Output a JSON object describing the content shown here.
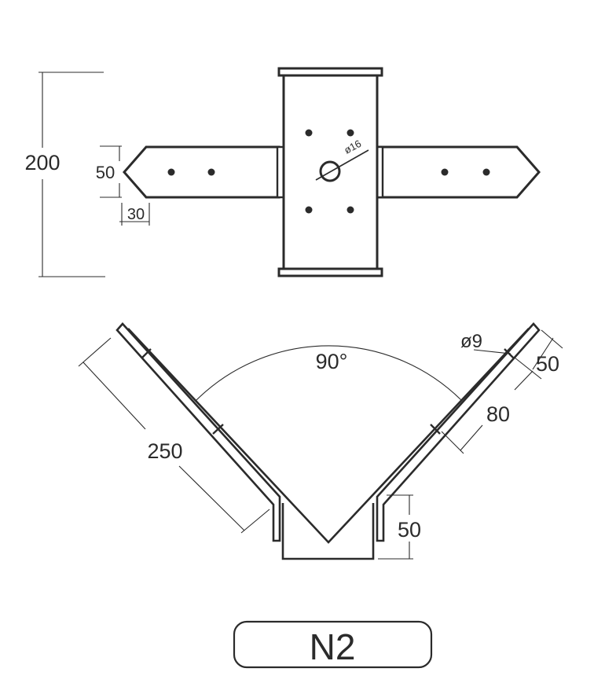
{
  "top_view": {
    "height_dimension": "200",
    "arm_width_dimension": "50",
    "tip_length_dimension": "30",
    "center_hole_diameter": "ø16"
  },
  "v_view": {
    "angle_label": "90°",
    "hole_diameter_label": "ø9",
    "arm_length_dimension": "250",
    "hole_spacing_dimension": "80",
    "hole_offset_dimension": "50",
    "base_height_dimension": "50"
  },
  "model_label": "N2"
}
